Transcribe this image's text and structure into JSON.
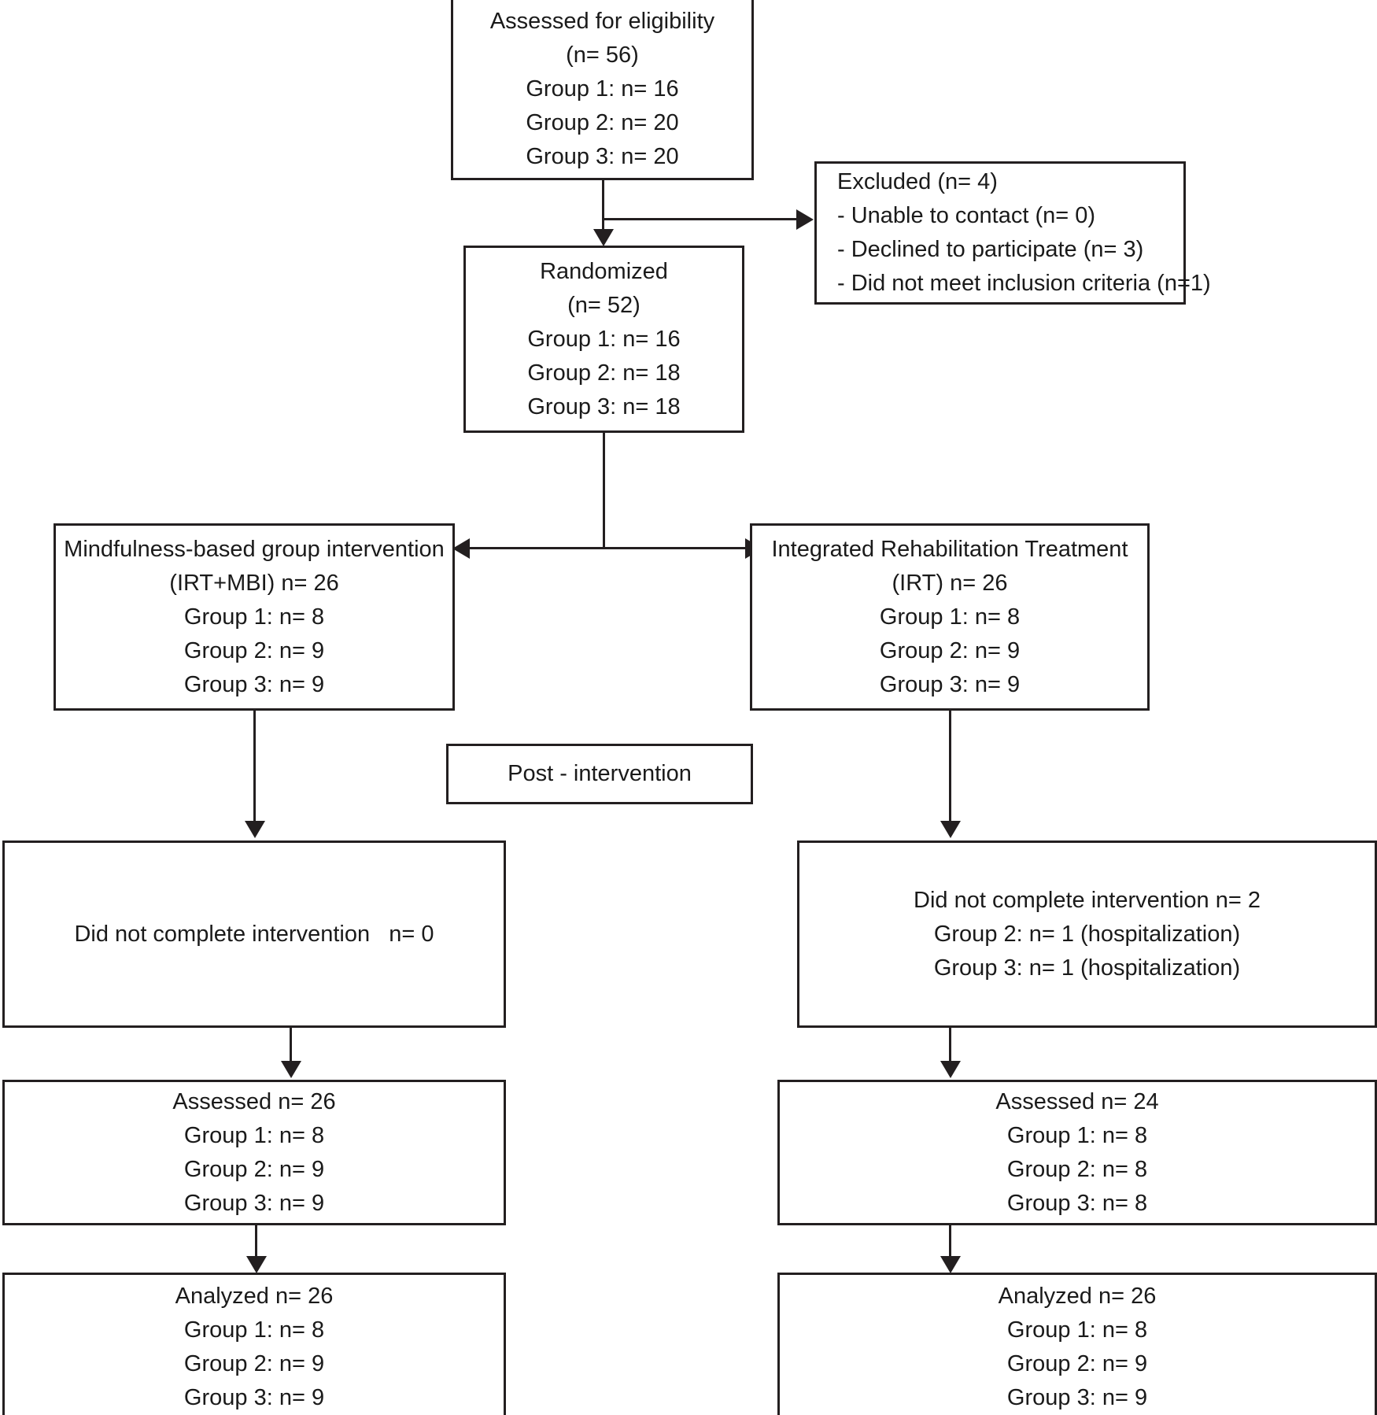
{
  "diagram": {
    "type": "consort-flow-diagram",
    "nodes": {
      "eligibility": {
        "lines": [
          "Assessed for eligibility",
          "(n= 56)",
          "Group 1: n= 16",
          "Group 2: n= 20",
          "Group 3: n= 20"
        ]
      },
      "excluded": {
        "lines": [
          "Excluded (n= 4)",
          "- Unable to contact (n= 0)",
          "- Declined to participate (n= 3)",
          "- Did not meet inclusion criteria (n=1)"
        ]
      },
      "randomized": {
        "lines": [
          "Randomized",
          "(n= 52)",
          "Group 1: n= 16",
          "Group 2: n= 18",
          "Group 3: n= 18"
        ]
      },
      "intervention_left": {
        "lines": [
          "Mindfulness-based group intervention",
          "(IRT+MBI) n= 26",
          "Group 1: n= 8",
          "Group 2: n= 9",
          "Group 3: n= 9"
        ]
      },
      "intervention_right": {
        "lines": [
          "Integrated Rehabilitation Treatment",
          "(IRT) n= 26",
          "Group 1: n= 8",
          "Group 2: n= 9",
          "Group 3: n= 9"
        ]
      },
      "post_intervention": {
        "lines": [
          "Post - intervention"
        ]
      },
      "dropout_left": {
        "lines": [
          "Did not complete intervention   n= 0"
        ]
      },
      "dropout_right": {
        "lines": [
          "Did not complete intervention n= 2",
          "Group 2: n= 1 (hospitalization)",
          "Group 3: n= 1 (hospitalization)"
        ]
      },
      "assessed_left": {
        "lines": [
          "Assessed n= 26",
          "Group 1: n= 8",
          "Group 2: n= 9",
          "Group 3: n= 9"
        ]
      },
      "assessed_right": {
        "lines": [
          "Assessed n= 24",
          "Group 1: n= 8",
          "Group 2: n= 8",
          "Group 3: n= 8"
        ]
      },
      "analyzed_left": {
        "lines": [
          "Analyzed n= 26",
          "Group 1: n= 8",
          "Group 2: n= 9",
          "Group 3: n= 9"
        ]
      },
      "analyzed_right": {
        "lines": [
          "Analyzed n= 26",
          "Group 1: n= 8",
          "Group 2: n= 9",
          "Group 3: n= 9"
        ]
      }
    },
    "colors": {
      "stroke": "#231f20",
      "text": "#1a1a1a",
      "background": "#ffffff"
    }
  }
}
